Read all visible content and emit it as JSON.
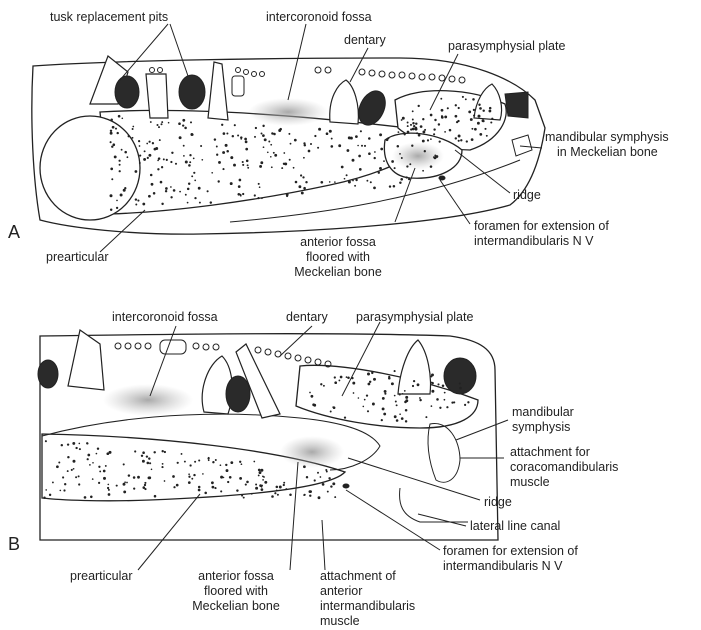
{
  "panel_a": {
    "letter": "A",
    "labels": {
      "tusk_pits": "tusk replacement pits",
      "intercoronoid": "intercoronoid fossa",
      "dentary": "dentary",
      "parasymphysial": "parasymphysial plate",
      "symphysis_line1": "mandibular symphysis",
      "symphysis_line2": "in Meckelian bone",
      "ridge": "ridge",
      "foramen_line1": "foramen for extension of",
      "foramen_line2": "intermandibularis N V",
      "fossa_line1": "anterior fossa",
      "fossa_line2": "floored with",
      "fossa_line3": "Meckelian bone",
      "prearticular": "prearticular"
    }
  },
  "panel_b": {
    "letter": "B",
    "labels": {
      "intercoronoid": "intercoronoid fossa",
      "dentary": "dentary",
      "parasymphysial": "parasymphysial plate",
      "symphysis_line1": "mandibular",
      "symphysis_line2": "symphysis",
      "coraco_line1": "attachment for",
      "coraco_line2": "coracomandibularis",
      "coraco_line3": "muscle",
      "ridge": "ridge",
      "lateral_line": "lateral line canal",
      "foramen_line1": "foramen for extension of",
      "foramen_line2": "intermandibularis N V",
      "prearticular": "prearticular",
      "fossa_line1": "anterior fossa",
      "fossa_line2": "floored with",
      "fossa_line3": "Meckelian bone",
      "inter_line1": "attachment of",
      "inter_line2": "anterior",
      "inter_line3": "intermandibularis",
      "inter_line4": "muscle"
    }
  }
}
